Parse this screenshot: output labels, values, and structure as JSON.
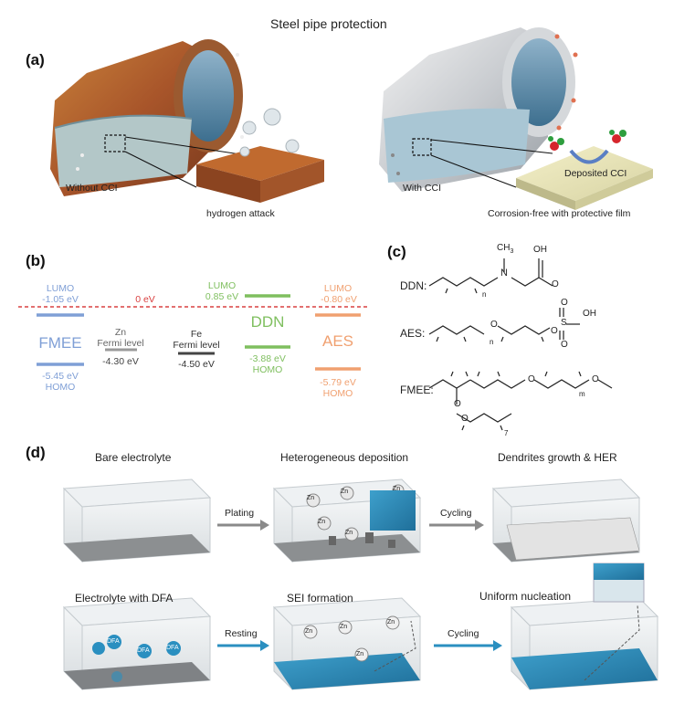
{
  "title": "Steel pipe protection",
  "panel_a": {
    "label": "(a)",
    "left_caption": "Without CCI",
    "left_inset_caption": "hydrogen attack",
    "right_caption": "With CCI",
    "right_deposit_label": "Deposited CCI",
    "right_inset_caption": "Corrosion-free with protective film"
  },
  "panel_b": {
    "label": "(b)",
    "zero_label": "0 eV",
    "fmee": {
      "name": "FMEE",
      "lumo_label": "LUMO",
      "lumo_value": "-1.05 eV",
      "homo_value": "-5.45 eV",
      "homo_label": "HOMO",
      "color": "#7f9fd6"
    },
    "zn": {
      "name": "Zn",
      "level_label": "Fermi level",
      "value": "-4.30 eV"
    },
    "fe": {
      "name": "Fe",
      "level_label": "Fermi level",
      "value": "-4.50 eV"
    },
    "ddn": {
      "name": "DDN",
      "lumo_label": "LUMO",
      "lumo_value": "0.85 eV",
      "homo_value": "-3.88 eV",
      "homo_label": "HOMO",
      "color": "#7fbf5f"
    },
    "aes": {
      "name": "AES",
      "lumo_label": "LUMO",
      "lumo_value": "-0.80 eV",
      "homo_value": "-5.79 eV",
      "homo_label": "HOMO",
      "color": "#f0a070"
    },
    "zero_line_color": "#d94040"
  },
  "panel_c": {
    "label": "(c)",
    "ddn_label": "DDN:",
    "aes_label": "AES:",
    "fmee_label": "FMEE:",
    "ch3": "CH",
    "ch3_sub": "3",
    "n": "N",
    "oh": "OH",
    "o": "O",
    "s": "S",
    "sub_n": "n",
    "sub_m": "m",
    "sub_7": "7"
  },
  "panel_d": {
    "label": "(d)",
    "top": {
      "step1": "Bare electrolyte",
      "step2": "Heterogeneous deposition",
      "step3": "Dendrites growth & HER",
      "arrow1": "Plating",
      "arrow2": "Cycling"
    },
    "bottom": {
      "step1": "Electrolyte with DFA",
      "step2": "SEI formation",
      "step3": "Uniform nucleation",
      "arrow1": "Resting",
      "arrow2": "Cycling"
    },
    "zn_ion": "Zn",
    "dfa": "DFA",
    "accent": "#2a8fc0"
  }
}
